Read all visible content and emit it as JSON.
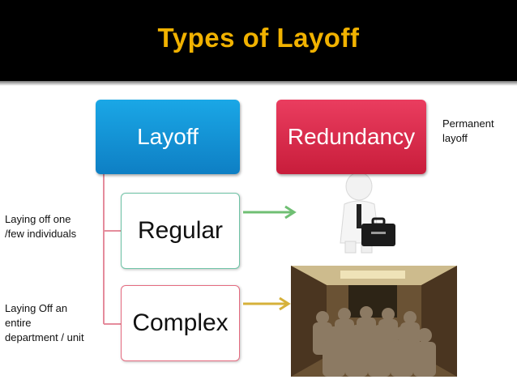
{
  "slide": {
    "title": "Types of Layoff"
  },
  "diagram": {
    "layoff_label": "Layoff",
    "redundancy_label": "Redundancy",
    "regular_label": "Regular",
    "complex_label": "Complex",
    "permanent_note": "Permanent layoff",
    "regular_note": "Laying off one /few individuals",
    "complex_note": "Laying Off an entire department / unit"
  },
  "colors": {
    "title": "#f1b200",
    "layoff_box": "#0e8fd6",
    "redundancy_box": "#d9284b",
    "regular_arrow": "#6fbf73",
    "complex_arrow": "#d6b13a"
  }
}
